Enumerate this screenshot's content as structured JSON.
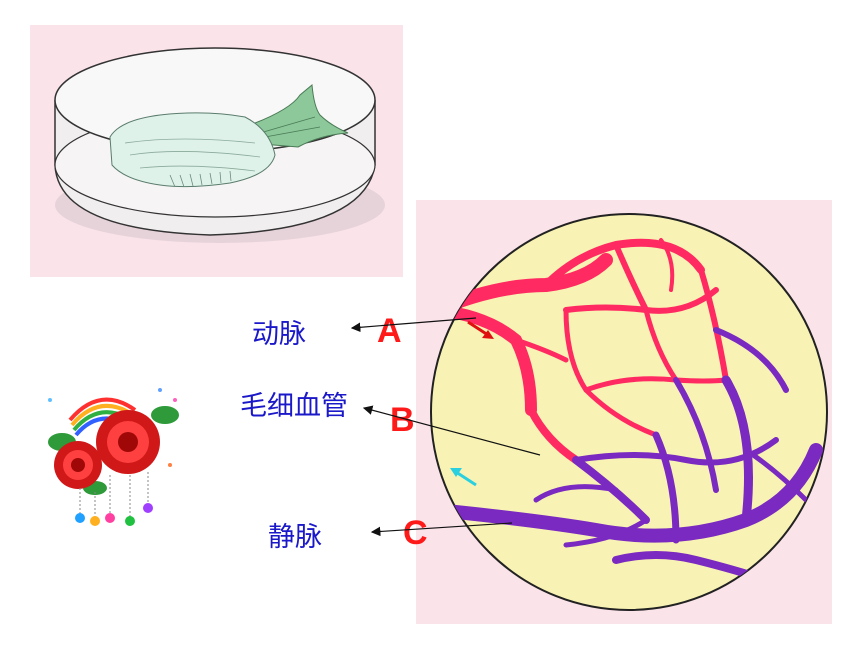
{
  "labels": {
    "artery": "动脉",
    "capillary": "毛细血管",
    "vein": "静脉"
  },
  "letters": {
    "a": "A",
    "b": "B",
    "c": "C"
  },
  "colors": {
    "panel_bg": "#fbe3ea",
    "field_bg": "#f8f3b4",
    "artery": "#ff2a62",
    "vein": "#7a2ac0",
    "label_text": "#1a18c8",
    "letter_text": "#ff1a1a",
    "arrow_red": "#e01010",
    "arrow_cyan": "#2ad0e0"
  }
}
